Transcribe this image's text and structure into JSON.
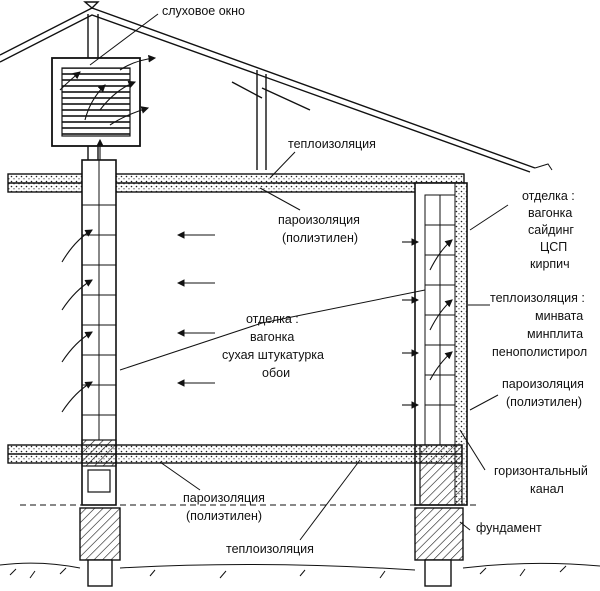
{
  "labels": {
    "dormer": "слуховое  окно",
    "roof_insulation": "теплоизоляция",
    "ceiling_barrier_1": "пароизоляция",
    "ceiling_barrier_2": "(полиэтилен)",
    "ext_finish_title": "отделка :",
    "ext_finish_1": "вагонка",
    "ext_finish_2": "сайдинг",
    "ext_finish_3": "ЦСП",
    "ext_finish_4": "кирпич",
    "wall_insulation_title": "теплоизоляция :",
    "wall_insulation_1": "минвата",
    "wall_insulation_2": "минплита",
    "wall_insulation_3": "пенополистирол",
    "int_finish_title": "отделка :",
    "int_finish_1": "вагонка",
    "int_finish_2": "сухая штукатурка",
    "int_finish_3": "обои",
    "wall_barrier_1": "пароизоляция",
    "wall_barrier_2": "(полиэтилен)",
    "channel_1": "горизонтальный",
    "channel_2": "канал",
    "floor_barrier_1": "пароизоляция",
    "floor_barrier_2": "(полиэтилен)",
    "foundation": "фундамент",
    "floor_insulation": "теплоизоляция"
  }
}
